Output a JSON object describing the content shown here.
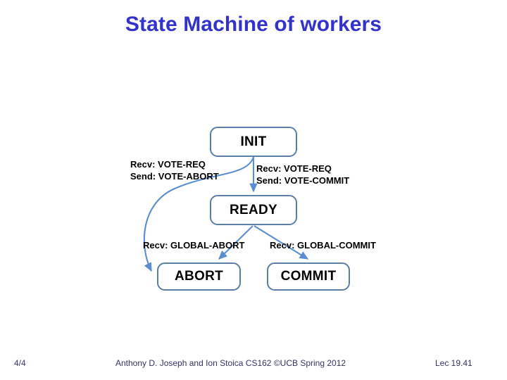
{
  "slide": {
    "title": "State Machine of workers",
    "title_color": "#3333cc",
    "background_color": "#ffffff"
  },
  "diagram": {
    "box_border_color": "#5b7fa6",
    "arrow_color": "#5b8ed0",
    "states": [
      {
        "id": "init",
        "label": "INIT"
      },
      {
        "id": "ready",
        "label": "READY"
      },
      {
        "id": "abort",
        "label": "ABORT"
      },
      {
        "id": "commit",
        "label": "COMMIT"
      }
    ],
    "transitions": [
      {
        "id": "init-to-abort",
        "from": "INIT",
        "to": "ABORT",
        "label_line1": "Recv: VOTE-REQ",
        "label_line2": "Send: VOTE-ABORT"
      },
      {
        "id": "init-to-ready",
        "from": "INIT",
        "to": "READY",
        "label_line1": "Recv: VOTE-REQ",
        "label_line2": "Send: VOTE-COMMIT"
      },
      {
        "id": "ready-to-abort",
        "from": "READY",
        "to": "ABORT",
        "label_line1": "Recv: GLOBAL-ABORT",
        "label_line2": ""
      },
      {
        "id": "ready-to-commit",
        "from": "READY",
        "to": "COMMIT",
        "label_line1": "Recv: GLOBAL-COMMIT",
        "label_line2": ""
      }
    ]
  },
  "footer": {
    "page_number": "4/4",
    "attribution": "Anthony D. Joseph and Ion Stoica CS162 ©UCB Spring 2012",
    "lecture": "Lec 19.41",
    "color": "#333366"
  }
}
